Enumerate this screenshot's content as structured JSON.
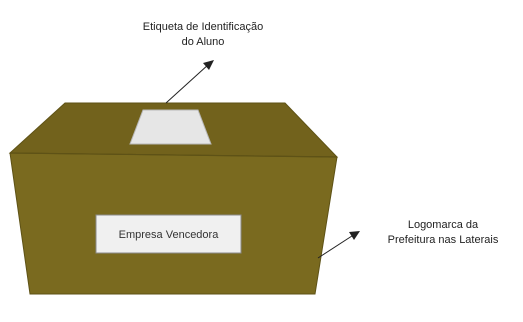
{
  "callouts": {
    "tag_line1": "Etiqueta de Identificação",
    "tag_line2": "do Aluno",
    "logo_line1": "Logomarca da",
    "logo_line2": "Prefeitura nas Laterais"
  },
  "box": {
    "front_label": "Empresa Vencedora"
  },
  "colors": {
    "box_front": "#7a6a1f",
    "box_top": "#72621c",
    "box_edge": "#5e5216",
    "tag_fill": "#e6e6e6",
    "label_fill": "#f0f0f0",
    "arrow": "#222222",
    "text": "#222222"
  }
}
